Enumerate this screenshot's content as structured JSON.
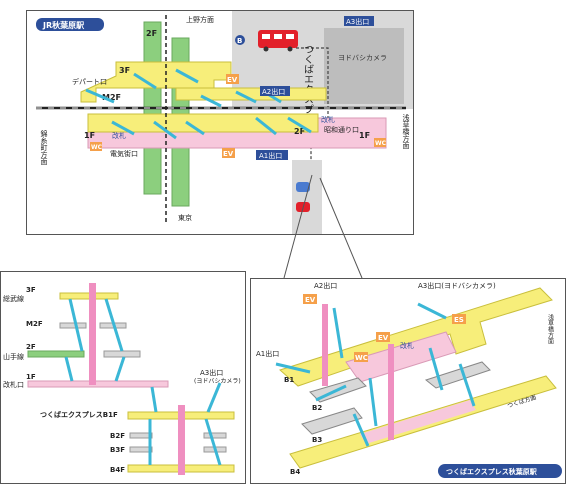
{
  "map": {
    "station_badge": "JR秋葉原駅",
    "ueno": "上野方面",
    "kanda": "東京",
    "kinshicho": "錦糸町方面",
    "asakusabashi": "浅草橋方面",
    "depart": "デパート口",
    "f3": "3F",
    "m2f": "M2F",
    "f2a": "2F",
    "f2b": "2F",
    "f1a": "1F",
    "f1b": "1F",
    "ev1": "EV",
    "ev2": "EV",
    "wc1": "WC",
    "wc2": "WC",
    "a1": "A1出口",
    "a2": "A2出口",
    "a3": "A3出口",
    "gate1": "改札",
    "gate2": "改札",
    "denki": "電気街口",
    "showa": "昭和通り口",
    "yodo": "ヨドバシカメラ",
    "tx": "つくばエクスプレス",
    "bus": "B"
  },
  "section": {
    "f3": "3F",
    "f3_desc": "総武線",
    "m2f": "M2F",
    "f2": "2F",
    "f2_desc": "山手線",
    "f1": "1F",
    "f1_desc": "改札口",
    "a3a": "A3出口",
    "a3b": "(ヨドバシカメラ)",
    "b1": "つくばエクスプレスB1F",
    "b2": "B2F",
    "b3": "B3F",
    "b4": "B4F"
  },
  "iso": {
    "a1": "A1出口",
    "a2": "A2出口",
    "a3": "A3出口(ヨドバシカメラ)",
    "ev1": "EV",
    "ev2": "EV",
    "wc": "WC",
    "gate": "改札",
    "es": "ES",
    "b1": "B1",
    "b2": "B2",
    "b3": "B3",
    "b4": "B4",
    "dir_a": "浅草橋方面",
    "dir_b": "つくば方面",
    "badge": "つくばエクスプレス秋葉原駅"
  },
  "colors": {
    "yellow": "#f7ee7a",
    "pink": "#f7c8dc",
    "green": "#8ccf7e",
    "cyan": "#3bb7d6",
    "magenta": "#ef8fc0",
    "blue": "#2d4f9a",
    "orange": "#f5a04a",
    "gray": "#d8d8d8"
  }
}
